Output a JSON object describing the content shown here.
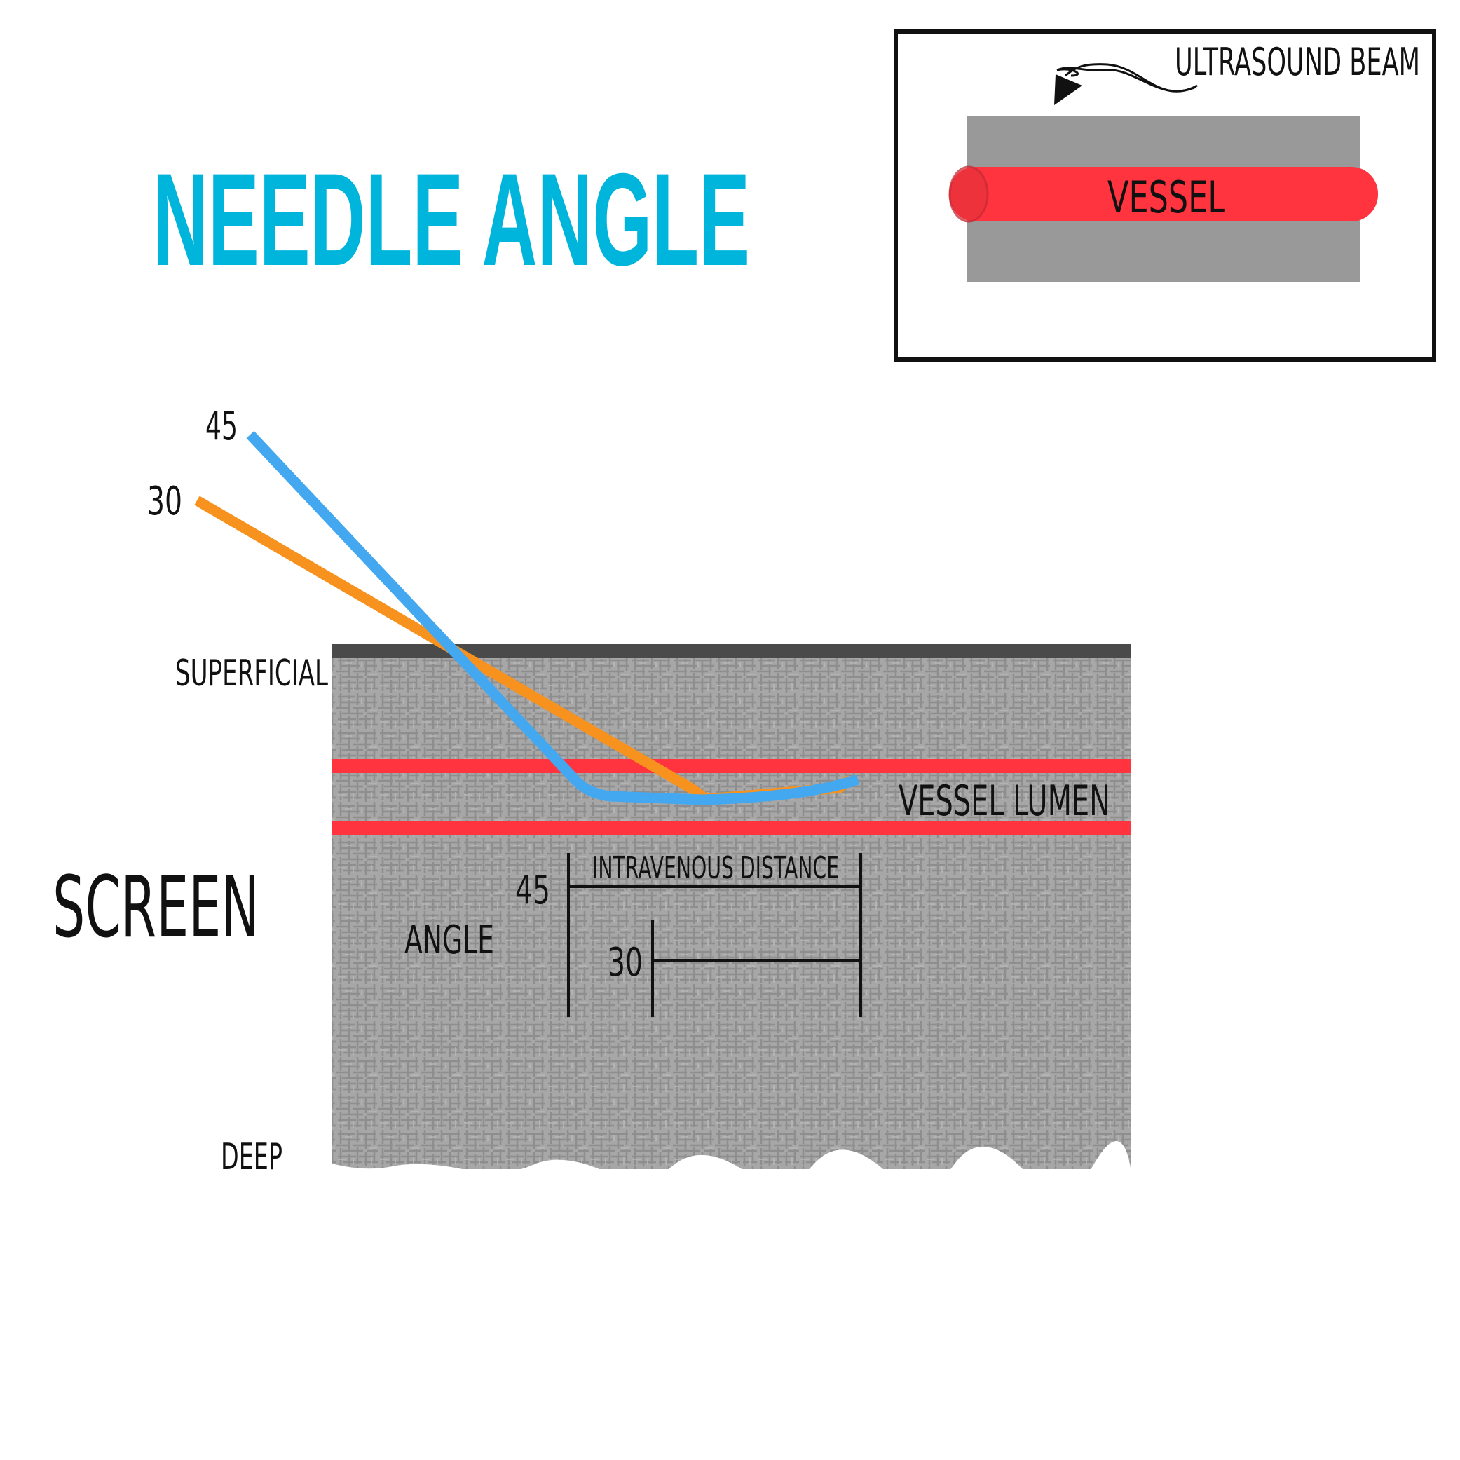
{
  "title": "NEEDLE ANGLE",
  "colors": {
    "title": "#00B5DC",
    "needle_45": "#44A8F0",
    "needle_30": "#F7921E",
    "vessel": "#FF343F",
    "tissue": "#A7A7A7",
    "tissue_texture": "#8E8E8E",
    "skin": "#4A4A4A",
    "beam": "#999999"
  },
  "inset": {
    "beam_label": "ULTRASOUND BEAM",
    "vessel_label": "VESSEL"
  },
  "needles": {
    "label_45": "45",
    "label_30": "30"
  },
  "depth": {
    "superficial": "SUPERFICIAL",
    "deep": "DEEP"
  },
  "vessel_lumen_label": "VESSEL LUMEN",
  "screen_label": "SCREEN",
  "measure": {
    "heading": "INTRAVENOUS DISTANCE",
    "angle_label": "ANGLE",
    "label_45": "45",
    "label_30": "30"
  }
}
